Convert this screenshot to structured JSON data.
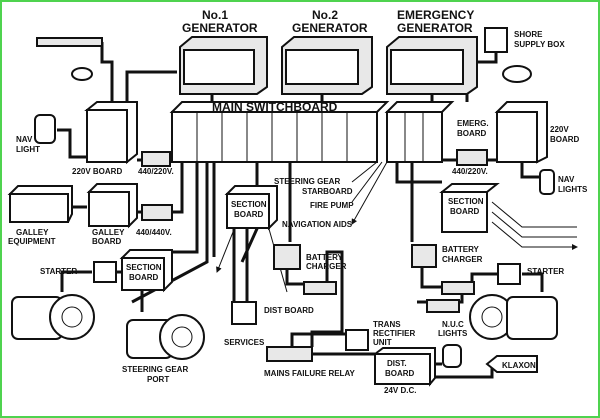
{
  "labels": {
    "gen1": [
      "No.1",
      "GENERATOR"
    ],
    "gen2": [
      "No.2",
      "GENERATOR"
    ],
    "emgen": [
      "EMERGENCY",
      "GENERATOR"
    ],
    "shore": [
      "SHORE",
      "SUPPLY BOX"
    ],
    "main_switchboard": "MAIN SWITCHBOARD",
    "emerg_board": [
      "EMERG.",
      "BOARD"
    ],
    "board_220v_right": [
      "220V",
      "BOARD"
    ],
    "nav_lights": [
      "NAV",
      "LIGHTS"
    ],
    "trans_right": "440/220V.",
    "nav_light": [
      "NAV",
      "LIGHT"
    ],
    "board_220v_left": "220V BOARD",
    "trans_left": "440/220V.",
    "galley_equipment": [
      "GALLEY",
      "EQUIPMENT"
    ],
    "galley_board": [
      "GALLEY",
      "BOARD"
    ],
    "trans_galley": "440/440V.",
    "section_board": [
      "SECTION",
      "BOARD"
    ],
    "steering_starboard": [
      "STEERING GEAR",
      "STARBOARD"
    ],
    "fire_pump": "FIRE PUMP",
    "navigation_aids": "NAVIGATION AIDS",
    "starter": "STARTER",
    "steering_port": [
      "STEERING GEAR",
      "PORT"
    ],
    "battery_charger": [
      "BATTERY",
      "CHARGER"
    ],
    "dist_board": "DIST BOARD",
    "services": "SERVICES",
    "trans_rectifier": [
      "TRANS",
      "RECTIFIER",
      "UNIT"
    ],
    "mains_failure_relay": "MAINS FAILURE RELAY",
    "dist_board_dc": [
      "DIST.",
      "BOARD"
    ],
    "dc_24v": "24V D.C.",
    "nuc_lights": [
      "N.U.C",
      "LIGHTS"
    ],
    "klaxon": "KLAXON"
  },
  "colors": {
    "border": "#4fd34f",
    "ink": "#111111"
  }
}
